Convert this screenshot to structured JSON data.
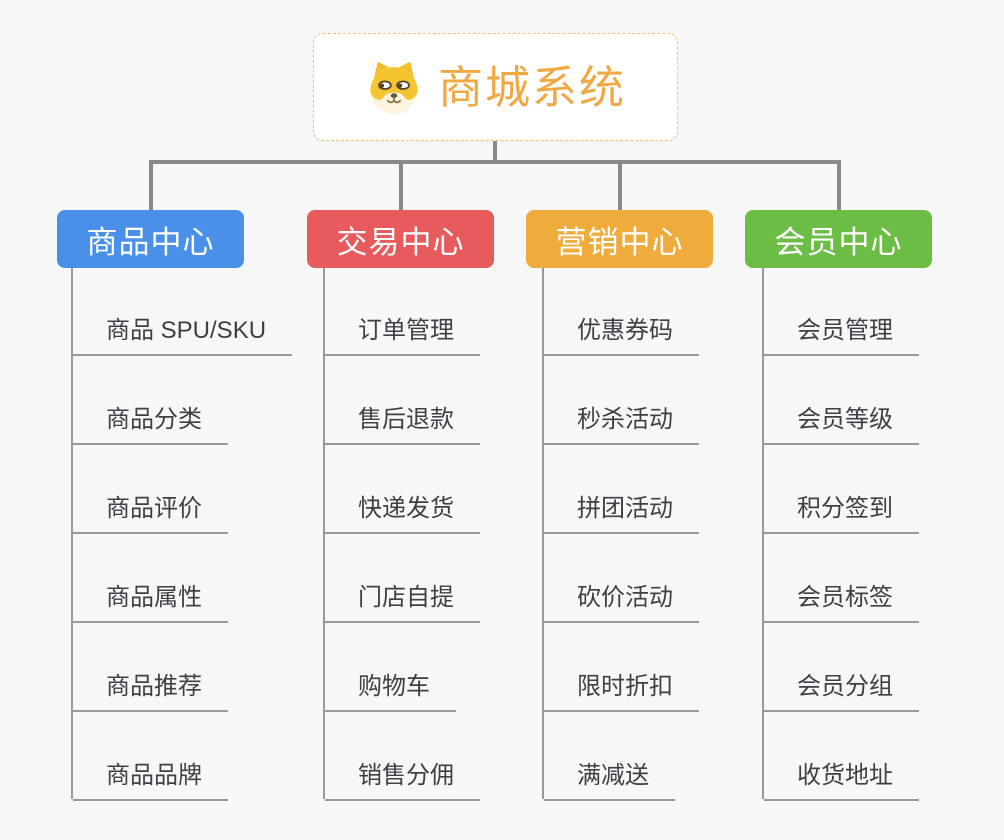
{
  "root": {
    "title": "商城系统",
    "icon": "shiba-dog-icon"
  },
  "branches": [
    {
      "id": "product-center",
      "label": "商品中心",
      "color": "#4a90e8",
      "items": [
        "商品 SPU/SKU",
        "商品分类",
        "商品评价",
        "商品属性",
        "商品推荐",
        "商品品牌"
      ]
    },
    {
      "id": "trade-center",
      "label": "交易中心",
      "color": "#e85b5c",
      "items": [
        "订单管理",
        "售后退款",
        "快递发货",
        "门店自提",
        "购物车",
        "销售分佣"
      ]
    },
    {
      "id": "marketing-center",
      "label": "营销中心",
      "color": "#eeac3d",
      "items": [
        "优惠券码",
        "秒杀活动",
        "拼团活动",
        "砍价活动",
        "限时折扣",
        "满减送"
      ]
    },
    {
      "id": "member-center",
      "label": "会员中心",
      "color": "#6cbd45",
      "items": [
        "会员管理",
        "会员等级",
        "积分签到",
        "会员标签",
        "会员分组",
        "收货地址"
      ]
    }
  ],
  "colors": {
    "background": "#f7f7f7",
    "root_border": "#f2c37c",
    "root_title": "#f0a843",
    "connector_thick": "#87898c",
    "connector_thin": "#999999",
    "item_text": "#3c4147"
  }
}
